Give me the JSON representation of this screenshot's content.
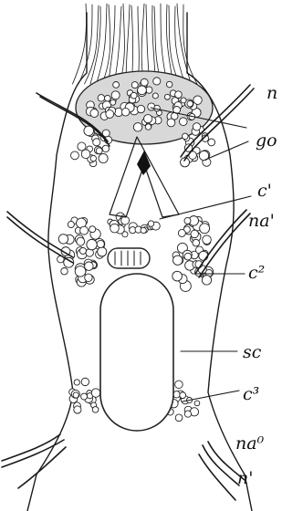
{
  "figure": {
    "labels": {
      "n": "n",
      "go": "go",
      "c1": "c'",
      "na1": "na'",
      "c2": "c²",
      "sc": "sc",
      "c3": "c³",
      "na0": "na⁰",
      "n1": "n'"
    }
  }
}
